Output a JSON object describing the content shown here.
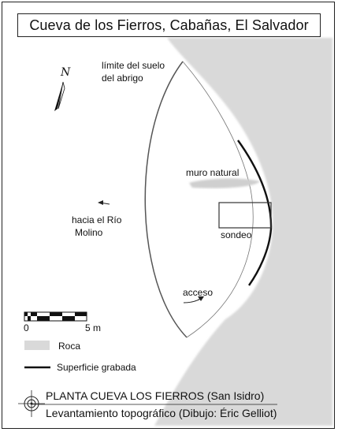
{
  "title": "Cueva de los Fierros, Cabañas, El Salvador",
  "labels": {
    "limite_line1": "límite del suelo",
    "limite_line2": "del abrigo",
    "muro": "muro natural",
    "rio_line1": "hacia el Río",
    "rio_line2": "Molino",
    "sondeo": "sondeo",
    "acceso": "acceso",
    "north": "N"
  },
  "scale": {
    "start": "0",
    "end": "5 m"
  },
  "legend": {
    "roca": "Roca",
    "superficie": "Superficie grabada"
  },
  "footer": {
    "line1": "PLANTA CUEVA LOS FIERROS (San Isidro)",
    "line2": "Levantamiento topográfico (Dibujo: Éric Gelliot)"
  },
  "colors": {
    "rock": "#d9d9d9",
    "line": "#222222"
  },
  "icons": [
    "north-arrow-icon",
    "direction-arrow-icon",
    "compass-rose-icon"
  ]
}
